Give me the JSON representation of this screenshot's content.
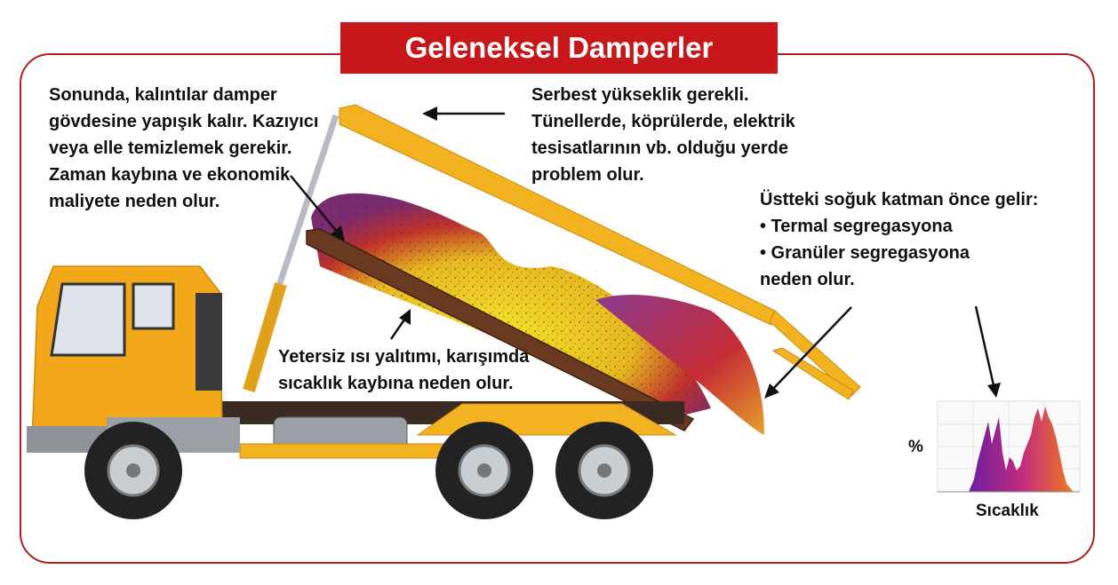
{
  "title": "Geleneksel Damperler",
  "notes": {
    "residue": [
      "Sonunda, kalıntılar damper",
      "gövdesine yapışık kalır. Kazıyıcı",
      "veya elle temizlemek gerekir.",
      "Zaman kaybına ve ekonomik",
      "maliyete neden olur."
    ],
    "clearance": [
      "Serbest yükseklik gerekli.",
      "Tünellerde, köprülerde, elektrik",
      "tesisatlarının vb. olduğu yerde",
      "problem olur."
    ],
    "segregation": [
      "Üstteki soğuk katman önce gelir:",
      "• Termal segregasyona",
      "• Granüler segregasyona",
      "neden olur."
    ],
    "insulation": [
      "Yetersiz ısı yalıtımı, karışımda",
      "sıcaklık kaybına neden olur."
    ]
  },
  "histogram": {
    "xlabel": "Sıcaklık",
    "ylabel": "%"
  },
  "colors": {
    "accent": "#c8171b",
    "truck": "#f3a81b",
    "frame": "#b01e1e"
  },
  "icons": [
    "arrow-icon"
  ]
}
